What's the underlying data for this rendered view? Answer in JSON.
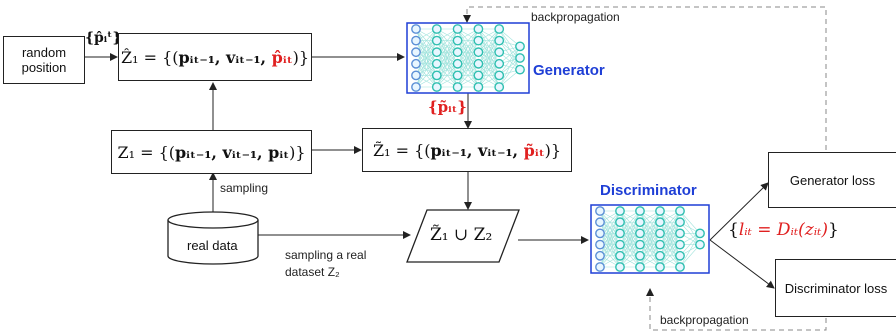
{
  "colors": {
    "accent_blue": "#1f3fd6",
    "highlight_red": "#e02020",
    "neuron_blue": "#5b8fd6",
    "neuron_teal": "#2fbfb0"
  },
  "random_position": {
    "line1": "random",
    "line2": "position"
  },
  "p_hat_set": "{p̂ᵢᵗ}",
  "z_hat": {
    "lhs": "Ẑ₁ = {(",
    "mid": "pᵢₜ₋₁, vᵢₜ₋₁, ",
    "red": "p̂ᵢₜ",
    "rhs": ")}"
  },
  "z1": {
    "lhs": "Z₁ = {(",
    "mid": "pᵢₜ₋₁, vᵢₜ₋₁, pᵢₜ",
    "rhs": ")}"
  },
  "z_tilde": {
    "lhs": "Z̃₁ = {(",
    "mid": "pᵢₜ₋₁, vᵢₜ₋₁, ",
    "red": "p̃ᵢₜ",
    "rhs": ")}"
  },
  "p_tilde_set": "{p̃ᵢₜ}",
  "union": "Z̃₁ ∪ Z₂",
  "real_data": "real data",
  "sampling": "sampling",
  "sampling_real": {
    "line1": "sampling a real",
    "line2": "dataset Z₂"
  },
  "generator": "Generator",
  "discriminator": "Discriminator",
  "generator_loss": "Generator loss",
  "discriminator_loss": "Discriminator loss",
  "loss_formula": {
    "open": "{",
    "expr": "lᵢₜ = Dᵢₜ(zᵢₜ)",
    "close": "}"
  },
  "backprop_top": "backpropagation",
  "backprop_bottom": "backpropagation"
}
